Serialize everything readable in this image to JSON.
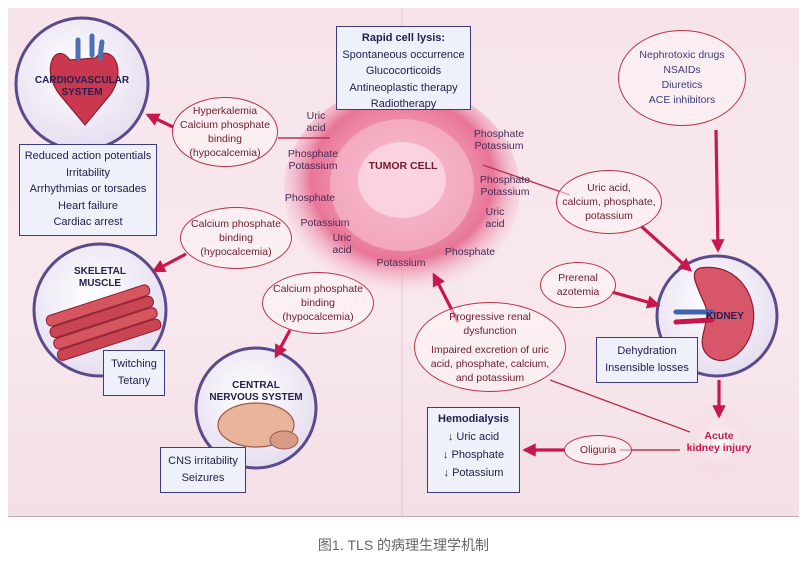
{
  "rapid_lysis": {
    "title": "Rapid cell lysis:",
    "items": [
      "Spontaneous occurrence",
      "Glucocorticoids",
      "Antineoplastic therapy",
      "Radiotherapy"
    ]
  },
  "tumor_cell": "TUMOR CELL",
  "nephrotoxic": {
    "items": [
      "Nephrotoxic drugs",
      "NSAIDs",
      "Diuretics",
      "ACE inhibitors"
    ]
  },
  "organs": {
    "cardiovascular": [
      "CARDIOVASCULAR",
      "SYSTEM"
    ],
    "skeletal": [
      "SKELETAL",
      "MUSCLE"
    ],
    "cns": [
      "CENTRAL",
      "NERVOUS SYSTEM"
    ],
    "kidney": "KIDNEY"
  },
  "cardio_effects": [
    "Reduced action potentials",
    "Irritability",
    "Arrhythmias or torsades",
    "Heart failure",
    "Cardiac arrest"
  ],
  "muscle_effects": [
    "Twitching",
    "Tetany"
  ],
  "cns_effects": [
    "CNS irritability",
    "Seizures"
  ],
  "kidney_effects": [
    "Dehydration",
    "Insensible losses"
  ],
  "ovals": {
    "hyperkalemia": [
      "Hyperkalemia",
      "Calcium phosphate",
      "binding",
      "(hypocalcemia)"
    ],
    "calcium_muscle": [
      "Calcium phosphate",
      "binding",
      "(hypocalcemia)"
    ],
    "calcium_cns": [
      "Calcium phosphate",
      "binding",
      "(hypocalcemia)"
    ],
    "uric_kidney": [
      "Uric acid,",
      "calcium, phosphate,",
      "potassium"
    ],
    "prerenal": [
      "Prerenal",
      "azotemia"
    ],
    "progressive": [
      "Progressive renal",
      "dysfunction",
      "",
      "Impaired excretion of uric",
      "acid, phosphate, calcium,",
      "and potassium"
    ],
    "oliguria": [
      "Oliguria"
    ]
  },
  "labels": {
    "uric_acid_top": [
      "Uric",
      "acid"
    ],
    "phosphate_potassium_left": [
      "Phosphate",
      "Potassium"
    ],
    "phosphate_left": [
      "Phosphate"
    ],
    "potassium_left": [
      "Potassium"
    ],
    "uric_acid_left": [
      "Uric",
      "acid"
    ],
    "potassium_bottom": [
      "Potassium"
    ],
    "phosphate_bottom": [
      "Phosphate"
    ],
    "phosphate_potassium_right1": [
      "Phosphate",
      "Potassium"
    ],
    "phosphate_potassium_right2": [
      "Phosphate",
      "Potassium"
    ],
    "uric_acid_right": [
      "Uric",
      "acid"
    ]
  },
  "hemodialysis": {
    "title": "Hemodialysis",
    "items": [
      "↓ Uric acid",
      "↓ Phosphate",
      "↓ Potassium"
    ]
  },
  "aki": [
    "Acute",
    "kidney injury"
  ],
  "caption": "图1. TLS 的病理生理学机制",
  "colors": {
    "arrow": "#c8174c",
    "border_box": "#3d3b7c",
    "oval_border": "#b8344e",
    "organ_ring": "#5a4a8c"
  }
}
